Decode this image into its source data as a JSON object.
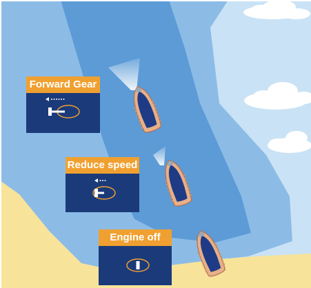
{
  "panels": {
    "forward_gear": {
      "title": "Forward Gear",
      "throttle_icon": "throttle-forward-icon",
      "arrow_icon": "dotted-left-arrow-icon"
    },
    "reduce_speed": {
      "title": "Reduce speed",
      "throttle_icon": "throttle-reduced-icon",
      "arrow_icon": "short-dotted-left-arrow-icon"
    },
    "engine_off": {
      "title": "Engine off",
      "throttle_icon": "throttle-neutral-icon"
    }
  },
  "colors": {
    "panel_title": "#f0a030",
    "panel_body": "#1b3a7a",
    "deep_water": "#5c9bd6",
    "mid_water": "#8cbce6",
    "shallow_water": "#c9e2f5",
    "sand": "#f7e39a",
    "boat_hull": "#e8b088",
    "boat_deck": "#1f3b86",
    "throttle_ring": "#f0a030"
  }
}
